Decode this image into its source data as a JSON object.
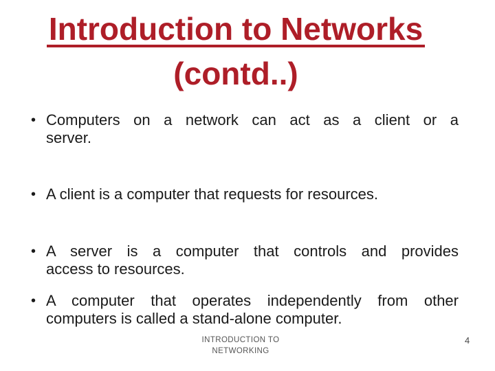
{
  "slide": {
    "title": {
      "line1": "Introduction to Networks",
      "line2": "(contd..)"
    },
    "bullets": [
      {
        "marker": "•",
        "lines": [
          "Computers on a network can act as a client or a",
          "server."
        ]
      },
      {
        "marker": "•",
        "lines": [
          "A client is a computer that requests for resources."
        ]
      },
      {
        "marker": "•",
        "lines": [
          "A server is a computer that controls and provides",
          "access to resources."
        ]
      },
      {
        "marker": "•",
        "lines": [
          "A computer that operates independently from other",
          "computers is called a stand-alone computer."
        ]
      }
    ],
    "footer": {
      "doc_title_line1": "INTRODUCTION TO",
      "doc_title_line2": "NETWORKING",
      "page_number": "4"
    },
    "colors": {
      "title_red": "#AE1E28",
      "body_text": "#1A1A1A",
      "footer_text": "#555555",
      "background": "#FFFFFF"
    }
  }
}
